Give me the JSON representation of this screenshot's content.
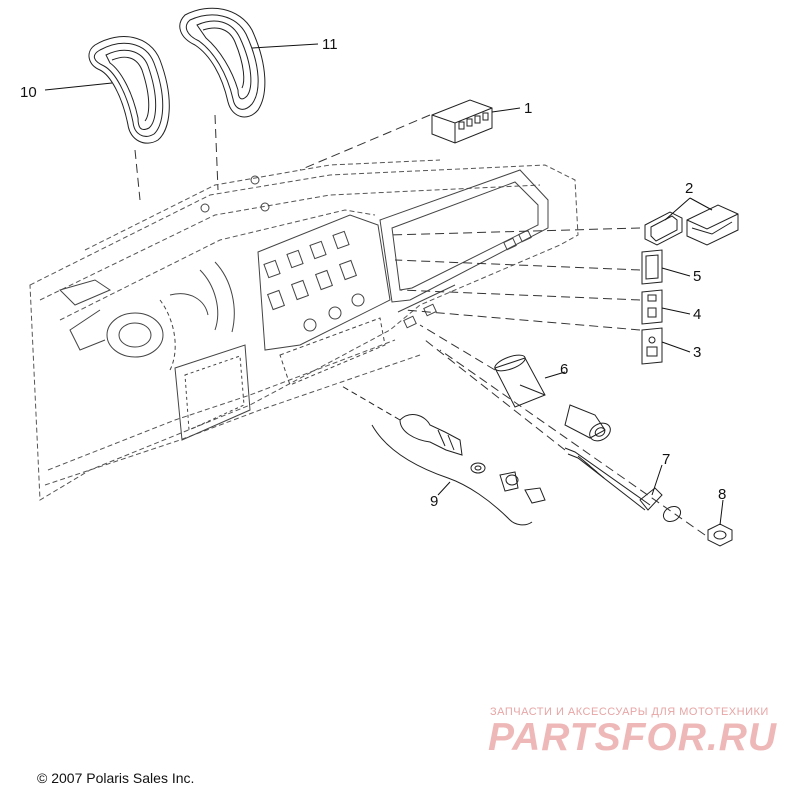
{
  "callouts": {
    "c1": "1",
    "c2": "2",
    "c3": "3",
    "c4": "4",
    "c5": "5",
    "c6": "6",
    "c7": "7",
    "c8": "8",
    "c9": "9",
    "c10": "10",
    "c11": "11"
  },
  "copyright": "© 2007 Polaris Sales Inc.",
  "watermark": {
    "tagline": "ЗАПЧАСТИ И АКСЕССУАРЫ ДЛЯ МОТОТЕХНИКИ",
    "logo": "PARTSFOR.RU"
  },
  "colors": {
    "line": "#333333",
    "watermark": "#e9a9a9"
  }
}
